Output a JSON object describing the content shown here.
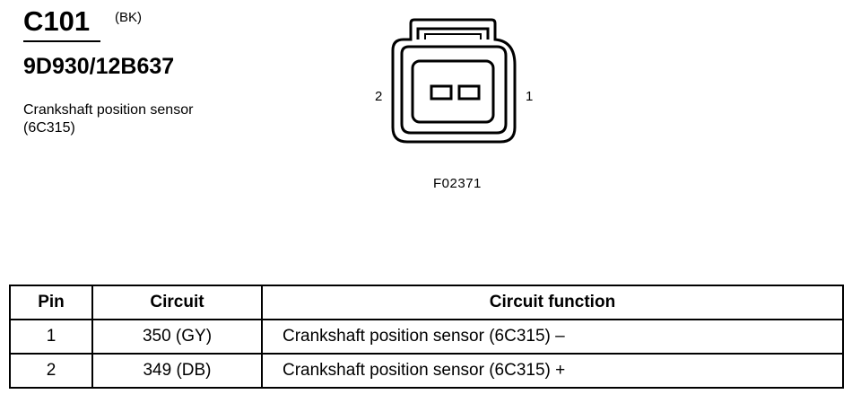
{
  "connector": {
    "id": "C101",
    "color_code": "(BK)",
    "part_number": "9D930/12B637",
    "description": "Crankshaft position sensor (6C315)"
  },
  "diagram": {
    "pin_left_label": "2",
    "pin_right_label": "1",
    "figure_number": "F02371"
  },
  "table": {
    "headers": [
      "Pin",
      "Circuit",
      "Circuit function"
    ],
    "rows": [
      [
        "1",
        "350 (GY)",
        "Crankshaft position sensor (6C315) –"
      ],
      [
        "2",
        "349 (DB)",
        "Crankshaft position sensor (6C315) +"
      ]
    ]
  },
  "colors": {
    "ink": "#000000",
    "paper": "#ffffff"
  }
}
